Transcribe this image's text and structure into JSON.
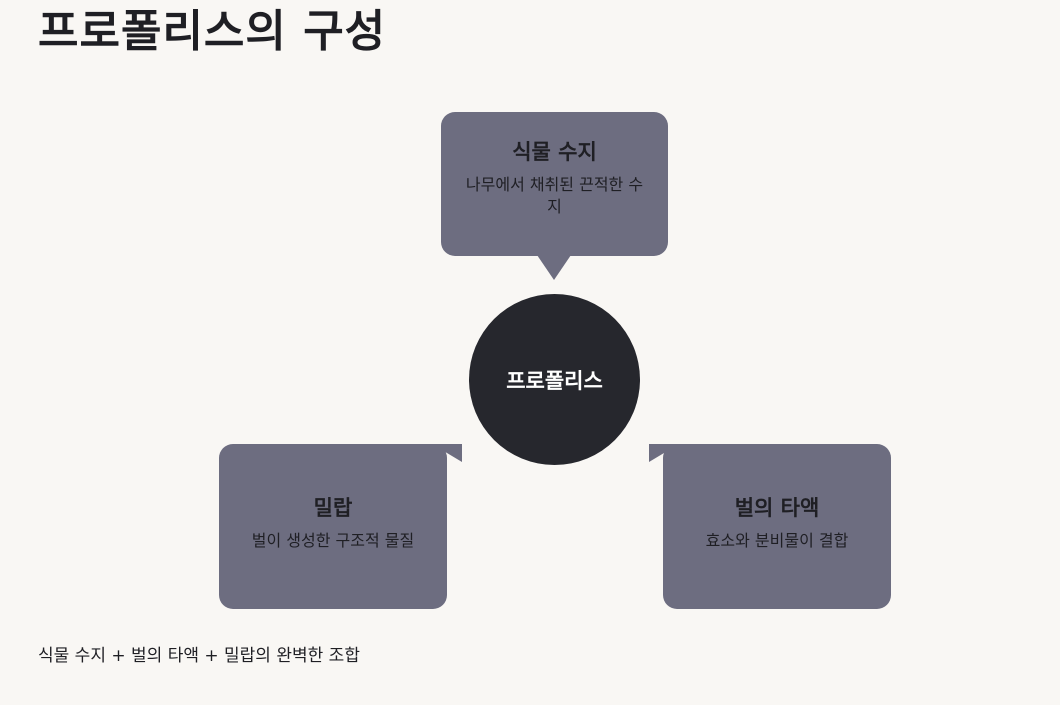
{
  "title": "프로폴리스의 구성",
  "center": {
    "label": "프로폴리스"
  },
  "components": [
    {
      "title": "식물 수지",
      "description": "나무에서 채취된 끈적한 수지"
    },
    {
      "title": "밀랍",
      "description": "벌이 생성한 구조적 물질"
    },
    {
      "title": "벌의 타액",
      "description": "효소와 분비물이 결합"
    }
  ],
  "footer": "식물 수지 + 벌의 타액 + 밀랍의 완벽한 조합",
  "colors": {
    "background": "#f9f7f4",
    "card": "#6d6d80",
    "center": "#26272d",
    "text": "#1f1f24"
  }
}
